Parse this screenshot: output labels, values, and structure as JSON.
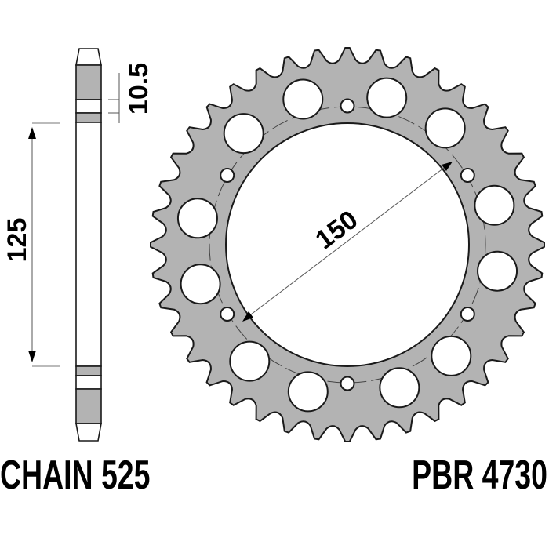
{
  "drawing": {
    "type": "motorcycle rear sprocket technical drawing",
    "teeth_count": 40,
    "colors": {
      "sprocket_fill": "#b3b3b3",
      "outline": "#1a1a1a",
      "background": "#ffffff",
      "dimension_line": "#555555"
    },
    "dimensions": {
      "inner_diameter_label": "150",
      "bolt_circle_label": "125",
      "thickness_label": "10.5"
    }
  },
  "labels": {
    "chain": "CHAIN 525",
    "part_number": "PBR 4730"
  }
}
